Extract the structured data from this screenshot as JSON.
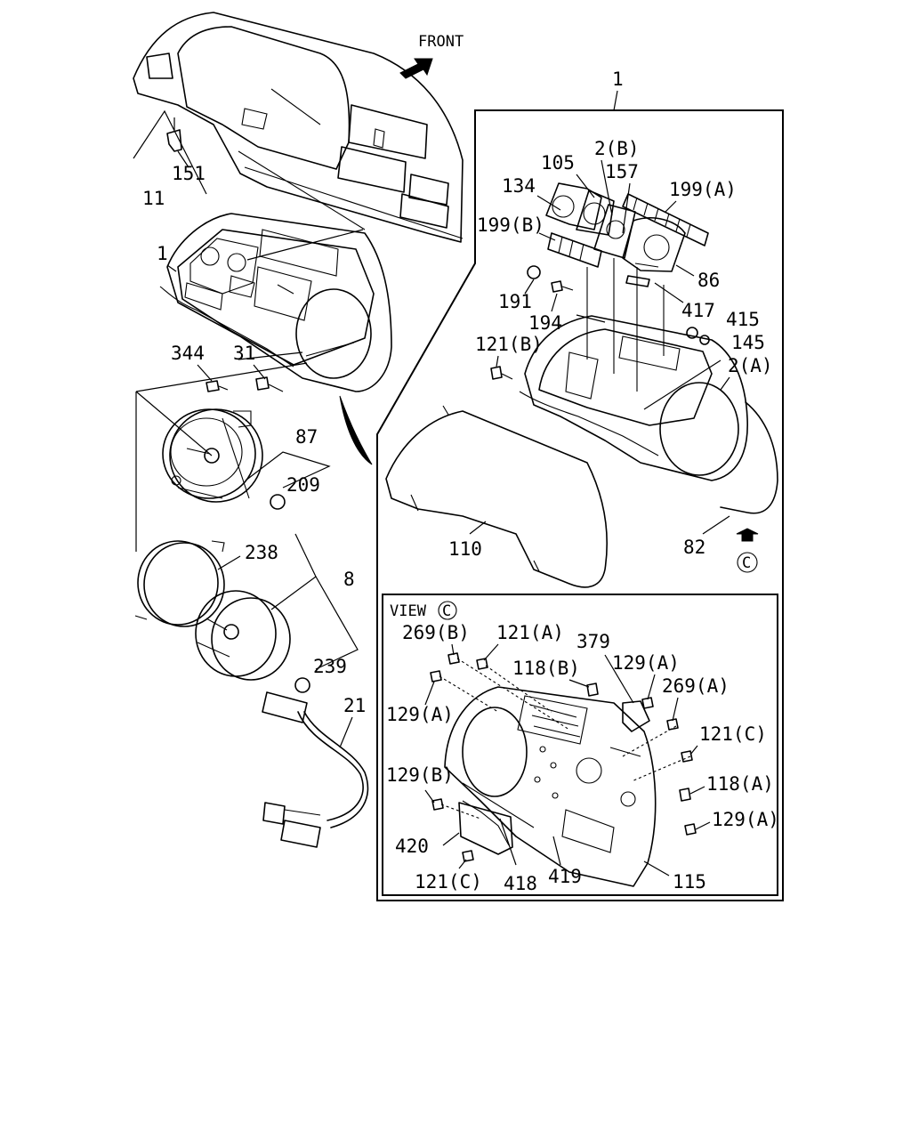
{
  "front_label": "FRONT",
  "view_label": "VIEW",
  "view_marker": "C",
  "callouts": {
    "c1": "1",
    "c11": "11",
    "c151": "151",
    "c1b": "1",
    "c344": "344",
    "c31": "31",
    "c87": "87",
    "c209": "209",
    "c238": "238",
    "c8": "8",
    "c239": "239",
    "c21": "21",
    "c134": "134",
    "c105": "105",
    "c2b": "2(B)",
    "c157": "157",
    "c199a": "199(A)",
    "c199b": "199(B)",
    "c86": "86",
    "c191": "191",
    "c194": "194",
    "c417": "417",
    "c415": "415",
    "c145": "145",
    "c121b": "121(B)",
    "c2a": "2(A)",
    "c110": "110",
    "c82": "82",
    "v269b": "269(B)",
    "v121a": "121(A)",
    "v379": "379",
    "v118b": "118(B)",
    "v129a_top": "129(A)",
    "v269a": "269(A)",
    "v129a_left": "129(A)",
    "v121c_right": "121(C)",
    "v129b": "129(B)",
    "v118a": "118(A)",
    "v129a_right": "129(A)",
    "v420": "420",
    "v121c_bottom": "121(C)",
    "v418": "418",
    "v419": "419",
    "v115": "115"
  }
}
